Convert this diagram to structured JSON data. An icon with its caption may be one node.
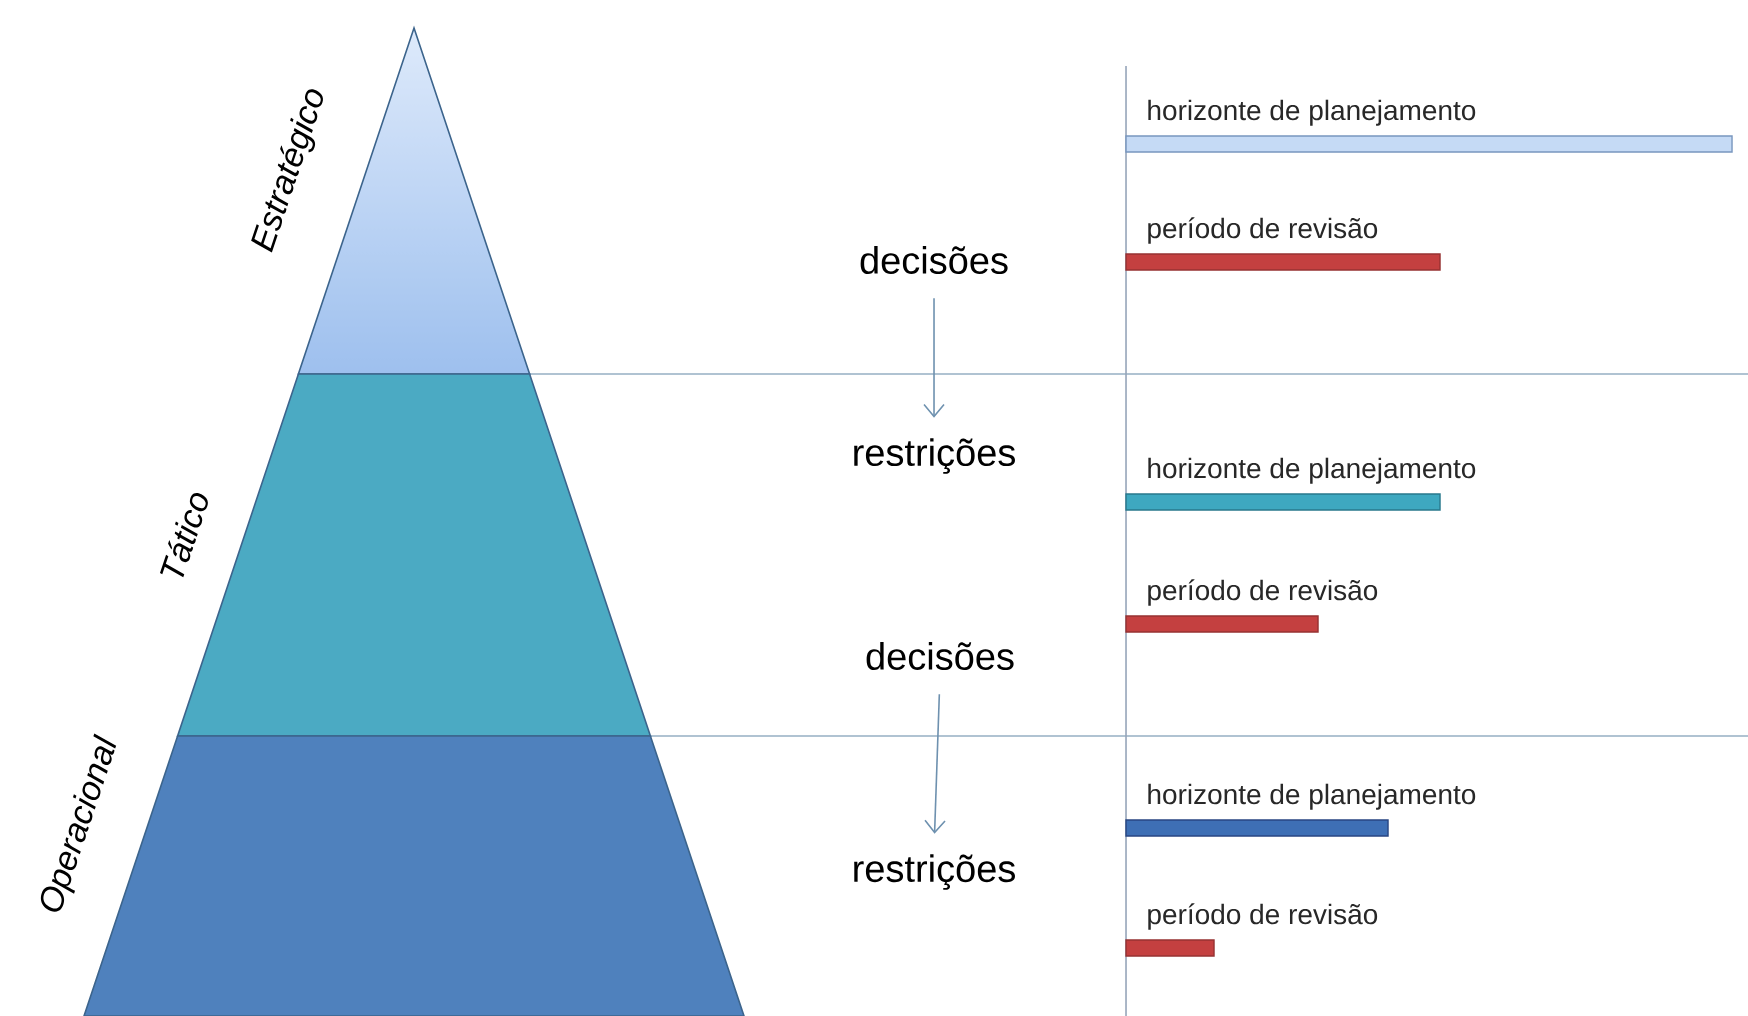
{
  "diagram": {
    "nodes": [
      {
        "text": [
          "Estratégico"
        ]
      },
      {
        "text": [
          "Tático"
        ]
      },
      {
        "text": [
          "Operacional"
        ]
      },
      {
        "text": [
          "decisões"
        ]
      },
      {
        "text": [
          "restrições"
        ]
      },
      {
        "text": [
          "decisões"
        ]
      },
      {
        "text": [
          "restrições"
        ]
      },
      {
        "text": [
          "horizonte de planejamento"
        ]
      },
      {
        "text": [
          "período de revisão"
        ]
      },
      {
        "text": [
          "horizonte de planejamento"
        ]
      },
      {
        "text": [
          "período de revisão"
        ]
      },
      {
        "text": [
          "horizonte de planejamento"
        ]
      },
      {
        "text": [
          "período de revisão"
        ]
      }
    ],
    "edges": [
      {
        "from": 3,
        "to": 4,
        "arrow": "to"
      },
      {
        "from": 5,
        "to": 6,
        "arrow": "to"
      }
    ]
  }
}
